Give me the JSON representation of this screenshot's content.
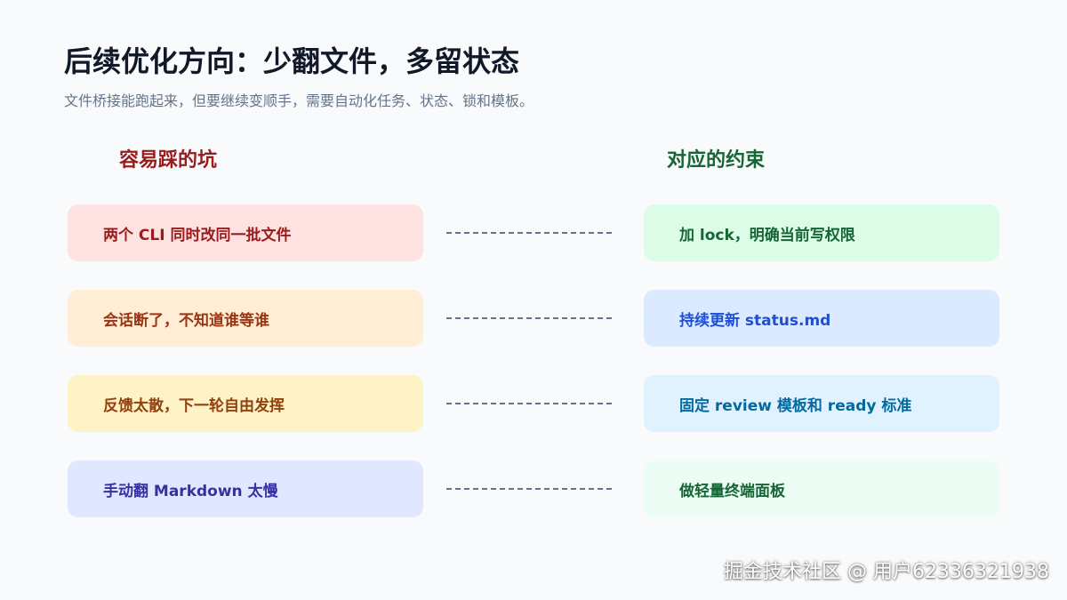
{
  "title": "后续优化方向：少翻文件，多留状态",
  "subtitle": "文件桥接能跑起来，但要继续变顺手，需要自动化任务、状态、锁和模板。",
  "columns": {
    "left_header": "容易踩的坑",
    "right_header": "对应的约束",
    "left_header_color": "#991b1b",
    "right_header_color": "#166534"
  },
  "rows": [
    {
      "problem": "两个 CLI 同时改同一批文件",
      "solution": "加 lock，明确当前写权限",
      "problem_bg": "#fee2e2",
      "problem_color": "#991b1b",
      "solution_bg": "#dcfce7",
      "solution_color": "#166534"
    },
    {
      "problem": "会话断了，不知道谁等谁",
      "solution": "持续更新 status.md",
      "problem_bg": "#ffedd5",
      "problem_color": "#9a3412",
      "solution_bg": "#dbeafe",
      "solution_color": "#1d4ed8"
    },
    {
      "problem": "反馈太散，下一轮自由发挥",
      "solution": "固定 review 模板和 ready 标准",
      "problem_bg": "#fef3c7",
      "problem_color": "#92400e",
      "solution_bg": "#e0f2fe",
      "solution_color": "#0369a1"
    },
    {
      "problem": "手动翻 Markdown 太慢",
      "solution": "做轻量终端面板",
      "problem_bg": "#e0e7ff",
      "problem_color": "#3730a3",
      "solution_bg": "#ecfdf5",
      "solution_color": "#166534"
    }
  ],
  "watermark": "掘金技术社区 @ 用户62336321938"
}
